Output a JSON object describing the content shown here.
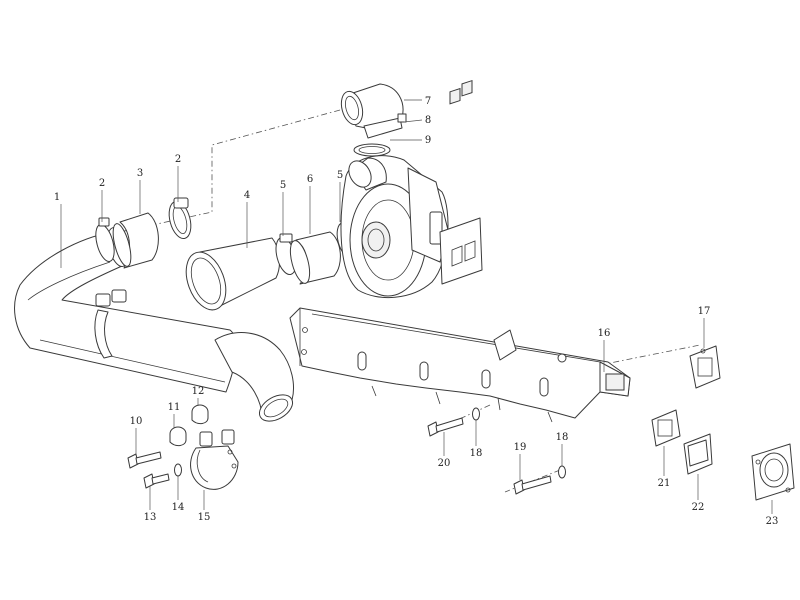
{
  "diagram": {
    "callouts": [
      {
        "id": "c1",
        "label": "1"
      },
      {
        "id": "c2a",
        "label": "2"
      },
      {
        "id": "c3",
        "label": "3"
      },
      {
        "id": "c2b",
        "label": "2"
      },
      {
        "id": "c4",
        "label": "4"
      },
      {
        "id": "c5a",
        "label": "5"
      },
      {
        "id": "c6",
        "label": "6"
      },
      {
        "id": "c5b",
        "label": "5"
      },
      {
        "id": "c7",
        "label": "7"
      },
      {
        "id": "c8",
        "label": "8"
      },
      {
        "id": "c9",
        "label": "9"
      },
      {
        "id": "c10",
        "label": "10"
      },
      {
        "id": "c11",
        "label": "11"
      },
      {
        "id": "c12",
        "label": "12"
      },
      {
        "id": "c13",
        "label": "13"
      },
      {
        "id": "c14",
        "label": "14"
      },
      {
        "id": "c15",
        "label": "15"
      },
      {
        "id": "c16",
        "label": "16"
      },
      {
        "id": "c17",
        "label": "17"
      },
      {
        "id": "c18a",
        "label": "18"
      },
      {
        "id": "c18b",
        "label": "18"
      },
      {
        "id": "c19",
        "label": "19"
      },
      {
        "id": "c20",
        "label": "20"
      },
      {
        "id": "c21",
        "label": "21"
      },
      {
        "id": "c22",
        "label": "22"
      },
      {
        "id": "c23",
        "label": "23"
      }
    ]
  }
}
